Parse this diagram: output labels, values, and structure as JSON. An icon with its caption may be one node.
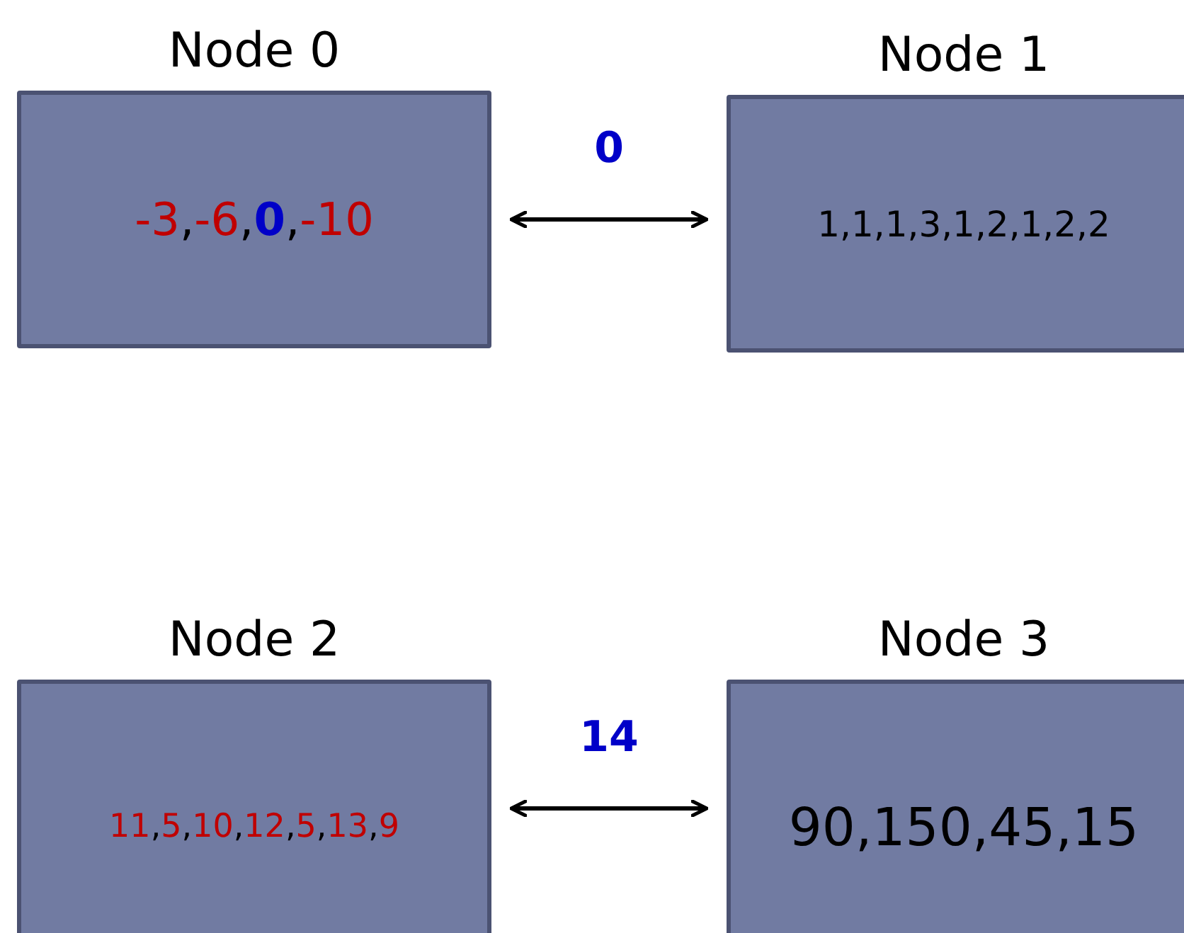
{
  "diagram": {
    "nodes": [
      {
        "text": [
          "Node 0",
          "-3,-6,**0**,-10"
        ]
      },
      {
        "text": [
          "Node 1",
          "1,1,1,3,1,2,1,2,2"
        ]
      },
      {
        "text": [
          "Node 2",
          "11,5,10,12,5,13,9"
        ]
      },
      {
        "text": [
          "Node 3",
          "90,150,45,15"
        ]
      }
    ],
    "edges": [
      {
        "from": 0,
        "to": 1,
        "arrow": "both",
        "label": "0"
      },
      {
        "from": 2,
        "to": 3,
        "arrow": "both",
        "label": "14"
      }
    ]
  }
}
